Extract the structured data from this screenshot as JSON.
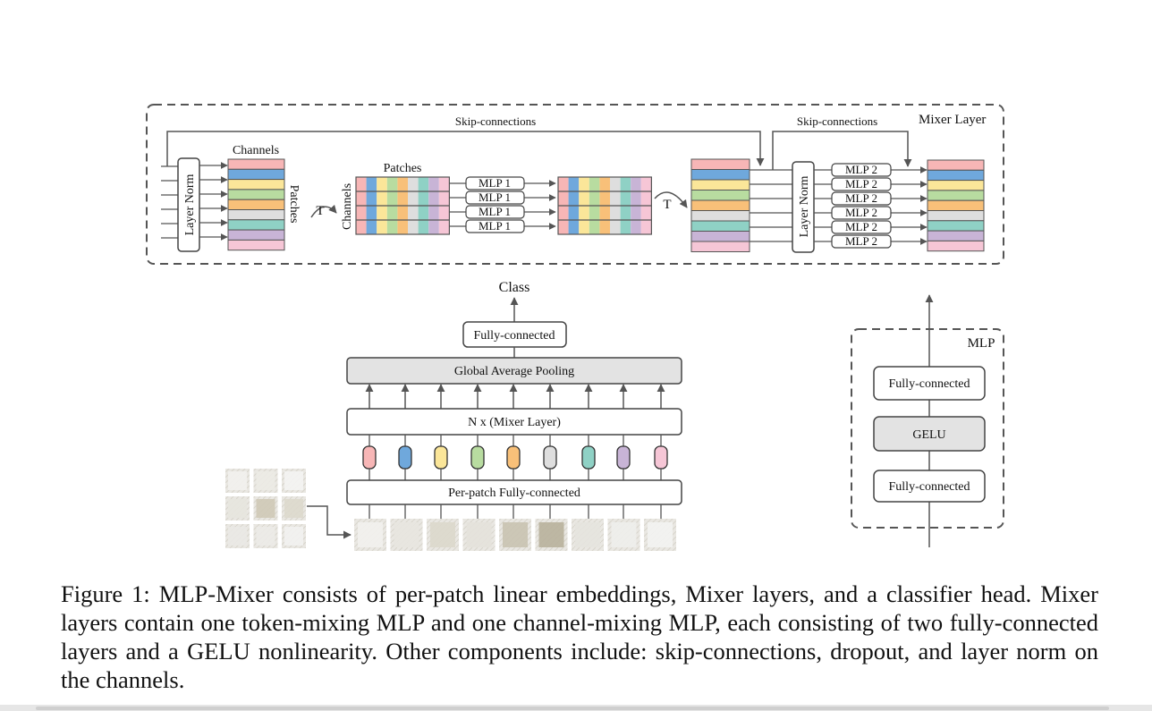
{
  "figure": {
    "mixer_layer": {
      "title": "Mixer Layer",
      "skip_label_1": "Skip-connections",
      "skip_label_2": "Skip-connections",
      "layer_norm_1": "Layer Norm",
      "layer_norm_2": "Layer Norm",
      "channels_label": "Channels",
      "patches_label_side": "Patches",
      "transpose_1": "T",
      "patches_label_top": "Patches",
      "channels_label_side": "Channels",
      "mlp1_labels": [
        "MLP 1",
        "MLP 1",
        "MLP 1",
        "MLP 1"
      ],
      "transpose_2": "T",
      "mlp2_labels": [
        "MLP 2",
        "MLP 2",
        "MLP 2",
        "MLP 2",
        "MLP 2",
        "MLP 2"
      ],
      "row_colors": [
        "#f7b6b6",
        "#6fa8dc",
        "#fbe699",
        "#b8dca0",
        "#f8c079",
        "#dedede",
        "#8fd1c5",
        "#c8b4d6",
        "#f6c6d6"
      ]
    },
    "main": {
      "class_label": "Class",
      "fully_connected": "Fully-connected",
      "gap": "Global Average Pooling",
      "n_mixer": "N x (Mixer Layer)",
      "per_patch": "Per-patch Fully-connected"
    },
    "mlp_block": {
      "title": "MLP",
      "fc_top": "Fully-connected",
      "gelu": "GELU",
      "fc_bottom": "Fully-connected"
    }
  },
  "caption": "Figure 1: MLP-Mixer consists of per-patch linear embeddings, Mixer layers, and a classifier head. Mixer layers contain one token-mixing MLP and one channel-mixing MLP, each consisting of two fully-connected layers and a GELU nonlinearity. Other components include: skip-connections, dropout, and layer norm on the channels."
}
